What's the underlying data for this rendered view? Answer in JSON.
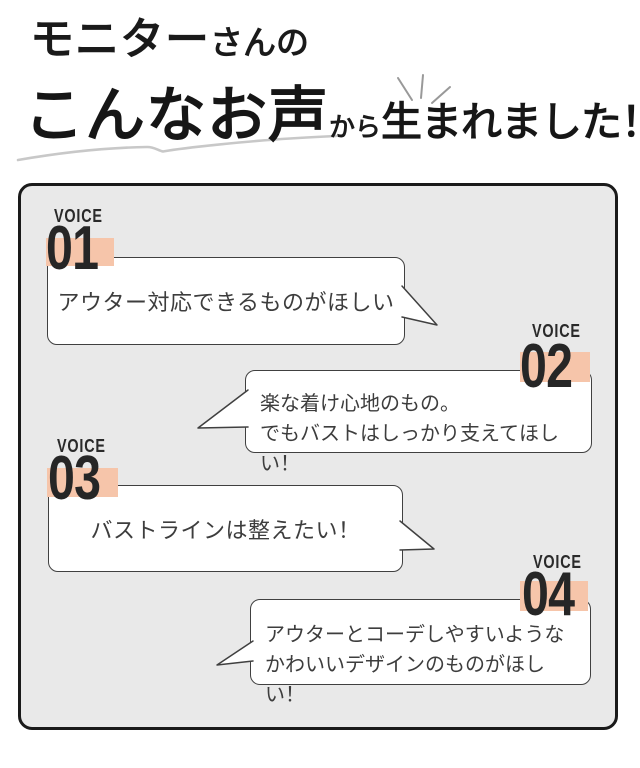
{
  "header": {
    "line1_large": "モニター",
    "line1_small": "さんの",
    "line2_large": "こんなお声",
    "line2_small": "から",
    "line2_medium": "生まれました！"
  },
  "voices": [
    {
      "label": "VOICE",
      "number": "01",
      "text_lines": [
        "アウター対応できるものがほしい"
      ]
    },
    {
      "label": "VOICE",
      "number": "02",
      "text_lines": [
        "楽な着け心地のもの。",
        "でもバストはしっかり支えてほしい！"
      ]
    },
    {
      "label": "VOICE",
      "number": "03",
      "text_lines": [
        "バストラインは整えたい！"
      ]
    },
    {
      "label": "VOICE",
      "number": "04",
      "text_lines": [
        "アウターとコーデしやすいような",
        "かわいいデザインのものがほしい！"
      ]
    }
  ],
  "colors": {
    "number_highlight": "#f6c5aa",
    "panel_background": "#e9e9e9",
    "panel_border": "#1a1a1a",
    "bubble_border": "#404040",
    "title_text": "#1a1a1a",
    "bubble_text": "#3d3d3d",
    "swoosh": "#c8c8c8",
    "sparkle": "#999999"
  }
}
